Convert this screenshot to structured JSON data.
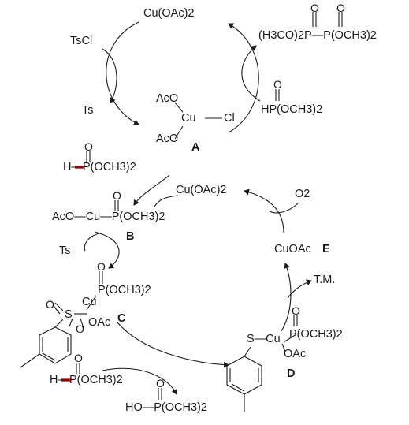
{
  "top_cycle": {
    "catalyst": "Cu(OAc)2",
    "reagent_tscl": "TsCl",
    "radical_ts": "Ts",
    "phosphonate_product": "(H3CO)2P—P(OCH3)2",
    "phosphite_reagent": "HP(OCH3)2",
    "intermediate_A": {
      "label": "A",
      "acetate_upper": "AcO",
      "acetate_lower": "AcO",
      "metal": "Cu",
      "chloride": "Cl"
    }
  },
  "bottom_cycle": {
    "substrate": "H—P(OCH3)2",
    "catalyst_in": "Cu(OAc)2",
    "oxygen": "O2",
    "intermediate_B": {
      "label": "B",
      "formula": "AcO—Cu—P(OCH3)2"
    },
    "radical_ts": "Ts",
    "intermediate_C": {
      "label": "C",
      "metal": "Cu",
      "phosphorus": "P(OCH3)2",
      "acetate": "OAc",
      "sulfur": "S"
    },
    "intermediate_D": {
      "label": "D",
      "sulfur_cu": "S—Cu",
      "phosphorus": "P(OCH3)2",
      "acetate": "OAc"
    },
    "intermediate_E": {
      "label": "E",
      "formula": "CuOAc"
    },
    "product_tm": "T.M.",
    "reagent_hp": "H—P(OCH3)2",
    "byproduct": "HO—P(OCH3)2"
  },
  "colors": {
    "highlight_bond": "#e00000",
    "ink": "#1a1a1a"
  }
}
